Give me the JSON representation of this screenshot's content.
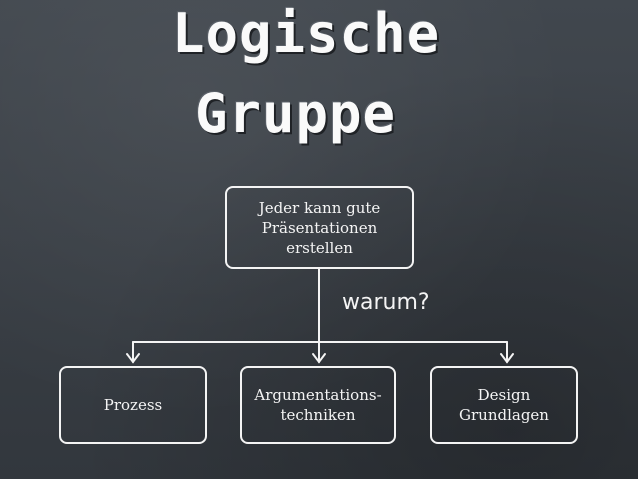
{
  "title": {
    "line1": "Logische",
    "line2": "Gruppe"
  },
  "top_node": {
    "lines": [
      "Jeder kann gute",
      "Präsentationen",
      "erstellen"
    ]
  },
  "question_label": "warum?",
  "children": [
    {
      "lines": [
        "Prozess"
      ]
    },
    {
      "lines": [
        "Argumentations-",
        "techniken"
      ]
    },
    {
      "lines": [
        "Design",
        "Grundlagen"
      ]
    }
  ],
  "colors": {
    "background": "#3a3f45",
    "chalk": "#f4f4f4"
  }
}
